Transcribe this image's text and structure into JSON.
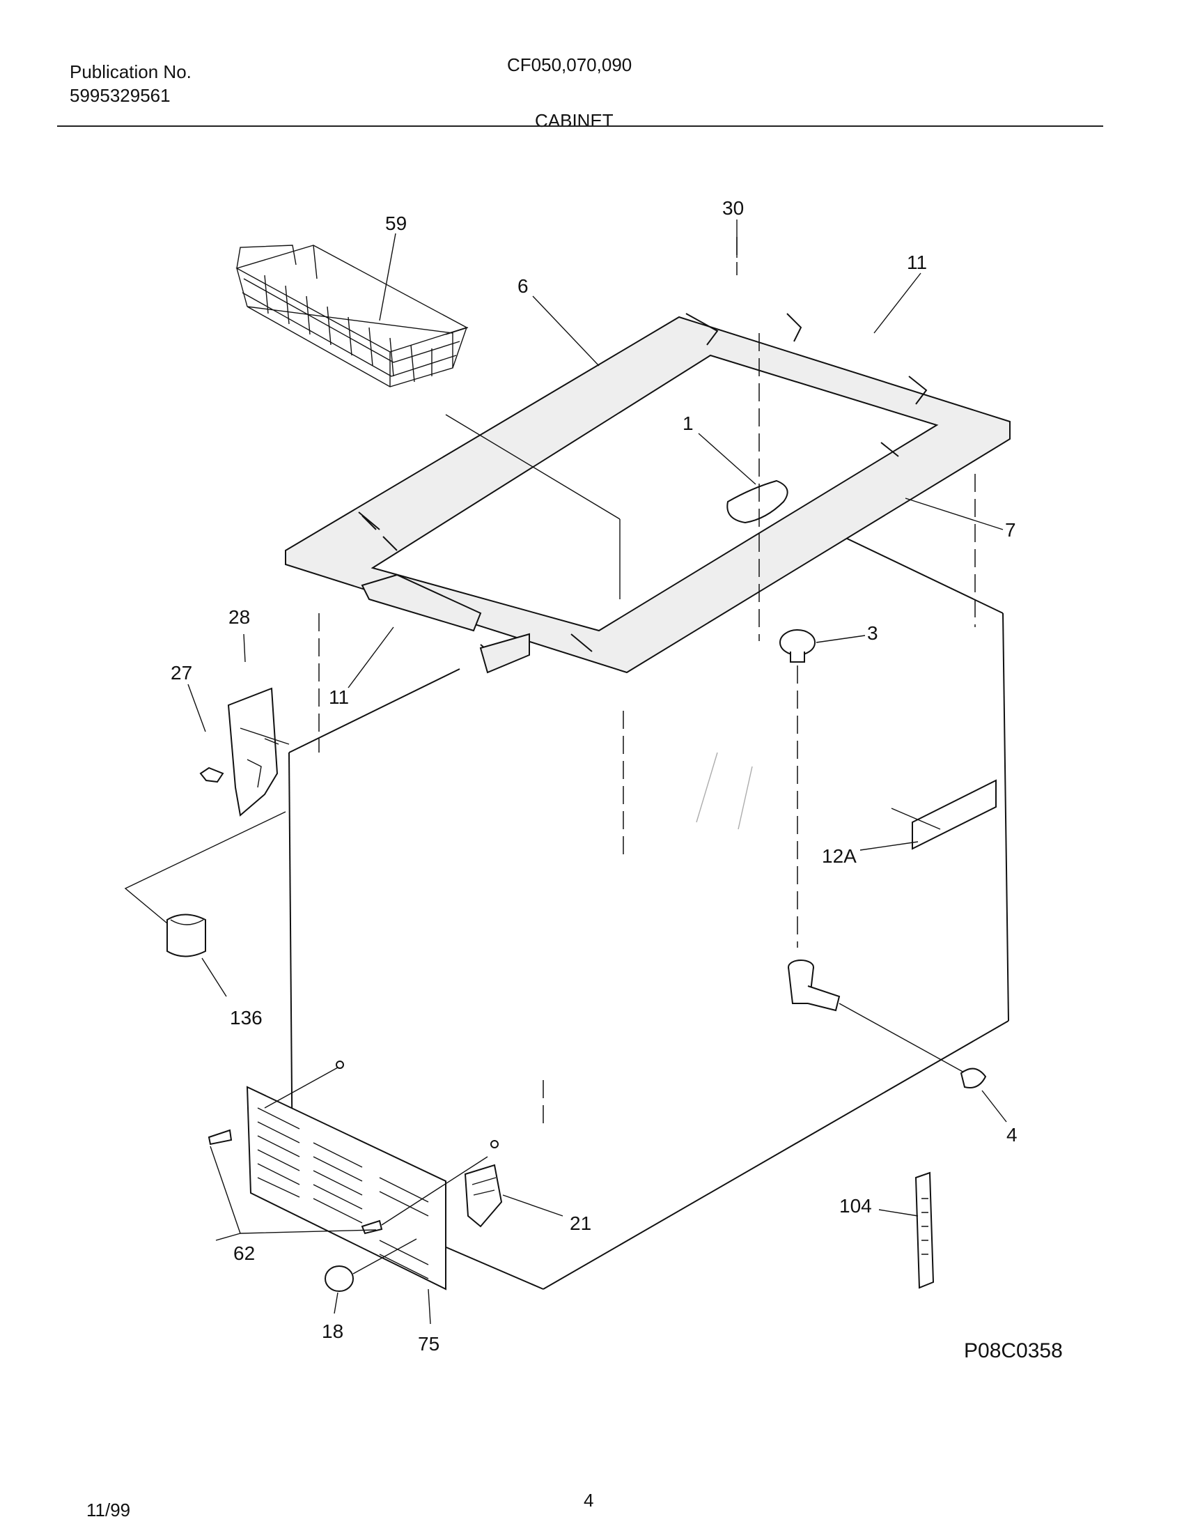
{
  "header": {
    "publication_label": "Publication No.",
    "publication_number": "5995329561",
    "model": "CF050,070,090",
    "section": "CABINET"
  },
  "callouts": {
    "basket": "59",
    "gasket_corner": "30",
    "gasket_right": "11",
    "gasket_left": "6",
    "divider": "1",
    "gasket_front": "7",
    "hinge_plate": "28",
    "screw": "27",
    "gasket_front_left": "11",
    "drain_cap": "3",
    "label": "12A",
    "bumper": "136",
    "drain_plug": "4",
    "thermometer": "104",
    "grille_screws": "62",
    "control_knob": "18",
    "grille": "75",
    "thermostat": "21"
  },
  "figure_id": "P08C0358",
  "footer": {
    "date": "11/99",
    "page": "4"
  }
}
